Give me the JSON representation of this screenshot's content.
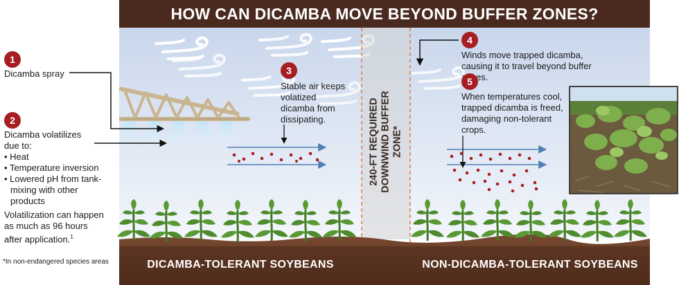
{
  "title": "HOW CAN DICAMBA MOVE BEYOND BUFFER ZONES?",
  "colors": {
    "banner": "#4a2a1e",
    "accent_red": "#a61e22",
    "sky_top": "#c9d7ec",
    "sky_bottom": "#f3f6fb",
    "soil": "#6b3f2a",
    "leaf": "#4e8b2d",
    "arrow_blue": "#4f7fb5",
    "buffer_line": "#e07a3a"
  },
  "steps": [
    {
      "number": "1",
      "text": "Dicamba spray"
    },
    {
      "number": "2",
      "text": "Dicamba volatilizes due to:"
    },
    {
      "number": "3",
      "text": "Stable air keeps volatized dicamba from dissipating."
    },
    {
      "number": "4",
      "text": "Winds move trapped dicamba, causing it to travel beyond buffer zones."
    },
    {
      "number": "5",
      "text": "When temperatures cool, trapped dicamba is freed, damaging non-tolerant crops."
    }
  ],
  "reasons": [
    "• Heat",
    "• Temperature inversion",
    "• Lowered pH from tank-mixing with other products"
  ],
  "volatilization_note": "Volatilization can happen as much as 96 hours after application.",
  "volatilization_superscript": "1",
  "buffer_zone_label": "240-FT REQUIRED DOWNWIND BUFFER ZONE*",
  "left_field_label": "DICAMBA-TOLERANT SOYBEANS",
  "right_field_label": "NON-DICAMBA-TOLERANT SOYBEANS",
  "footnote": "*In non-endangered species areas",
  "icons": [
    "wind-swirl-icon",
    "spray-boom-icon",
    "soybean-plant-icon",
    "damaged-soybean-photo"
  ]
}
